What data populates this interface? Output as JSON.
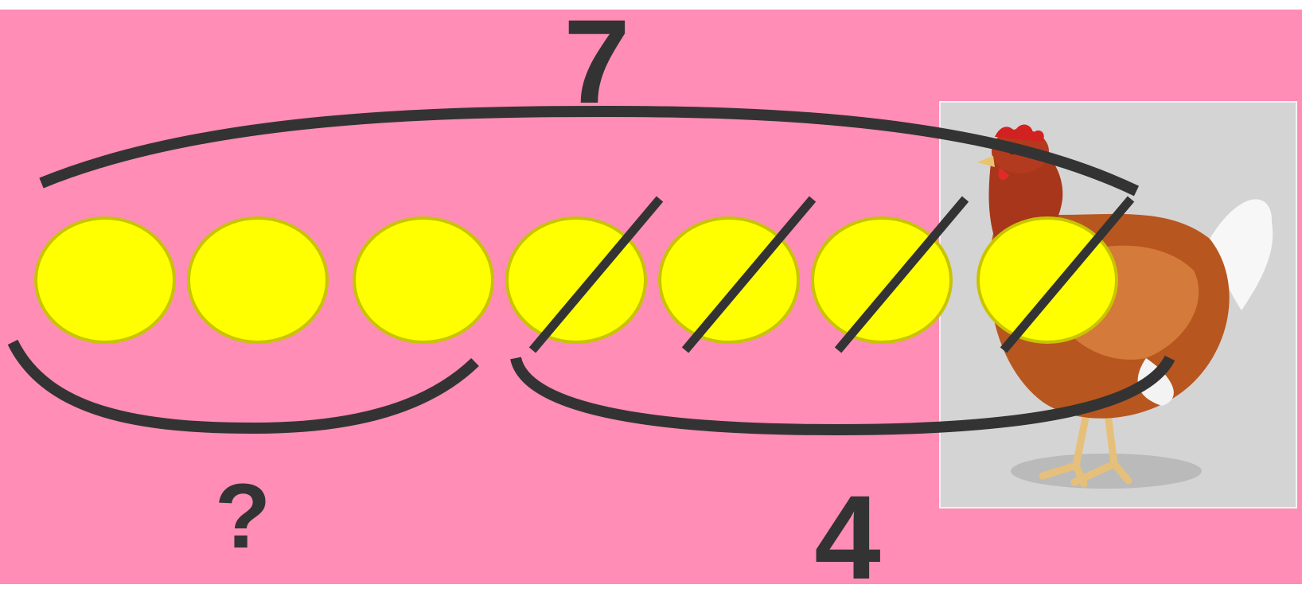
{
  "problem": {
    "total_label": "7",
    "unknown_label": "?",
    "removed_label": "4"
  },
  "counters": {
    "count": 7,
    "crossed_out": 4,
    "fill_color": "#ffff00",
    "outline_color": "#c8c400"
  },
  "colors": {
    "background": "#ff8db5",
    "ink": "#333333"
  },
  "photo": {
    "subject": "hen-photo"
  }
}
